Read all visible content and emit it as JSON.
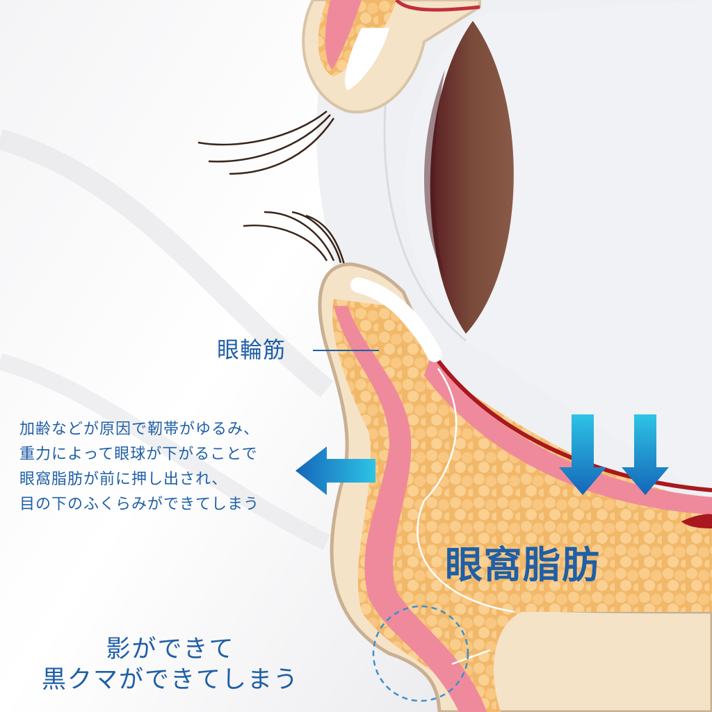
{
  "labels": {
    "muscle": "眼輪筋",
    "fat": "眼窩脂肪"
  },
  "cause_text": [
    "加齢などが原因で靭帯がゆるみ、",
    "重力によって眼球が下がることで",
    "眼窩脂肪が前に押し出され、",
    "目の下のふくらみができてしまう"
  ],
  "shadow_text": [
    "影ができて",
    "黒クマができてしまう"
  ],
  "colors": {
    "text_blue": "#1f5fa6",
    "arrow_blue_top": "#2ec4e6",
    "arrow_blue_bottom": "#1565b8",
    "fat_orange": "#f7c27a",
    "muscle_pink": "#ef8a9c",
    "skin": "#f5e3c8",
    "iris_brown": "#7a4a3a"
  },
  "icons": {
    "down_arrows": "arrow-down-icon",
    "left_arrow": "arrow-left-icon",
    "shadow_marker": "dashed-circle"
  }
}
